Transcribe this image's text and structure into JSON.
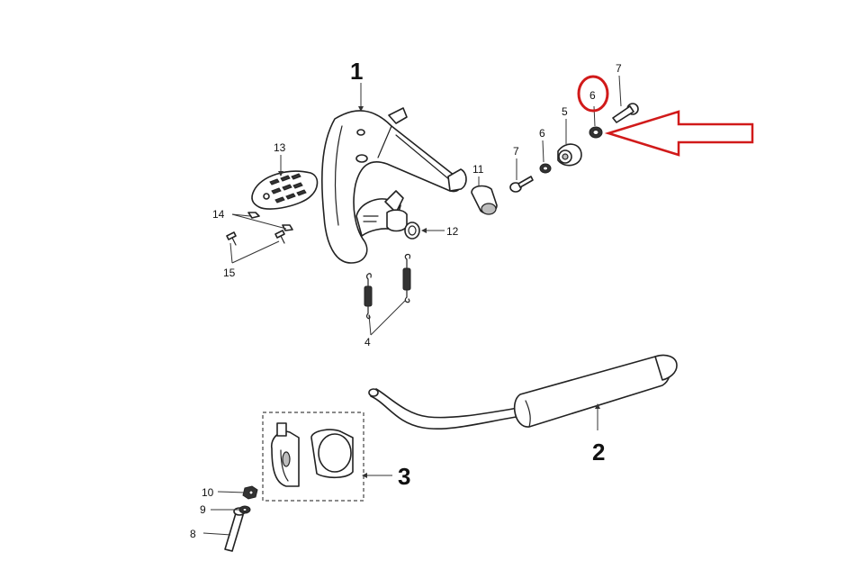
{
  "callouts": [
    {
      "id": "c1",
      "text": "1"
    },
    {
      "id": "c2",
      "text": "2"
    },
    {
      "id": "c3",
      "text": "3"
    },
    {
      "id": "c4",
      "text": "4"
    },
    {
      "id": "c5",
      "text": "5"
    },
    {
      "id": "c6a",
      "text": "6"
    },
    {
      "id": "c6b",
      "text": "6"
    },
    {
      "id": "c7a",
      "text": "7"
    },
    {
      "id": "c7b",
      "text": "7"
    },
    {
      "id": "c8",
      "text": "8"
    },
    {
      "id": "c9",
      "text": "9"
    },
    {
      "id": "c10",
      "text": "10"
    },
    {
      "id": "c11",
      "text": "11"
    },
    {
      "id": "c12",
      "text": "12"
    },
    {
      "id": "c13",
      "text": "13"
    },
    {
      "id": "c14",
      "text": "14"
    },
    {
      "id": "c15",
      "text": "15"
    }
  ],
  "annotation": {
    "highlight_color": "#d11a1a",
    "highlighted_part": "6",
    "arrow_icon": "hollow-left-arrow-icon"
  },
  "colors": {
    "line": "#222222",
    "background": "#ffffff"
  }
}
